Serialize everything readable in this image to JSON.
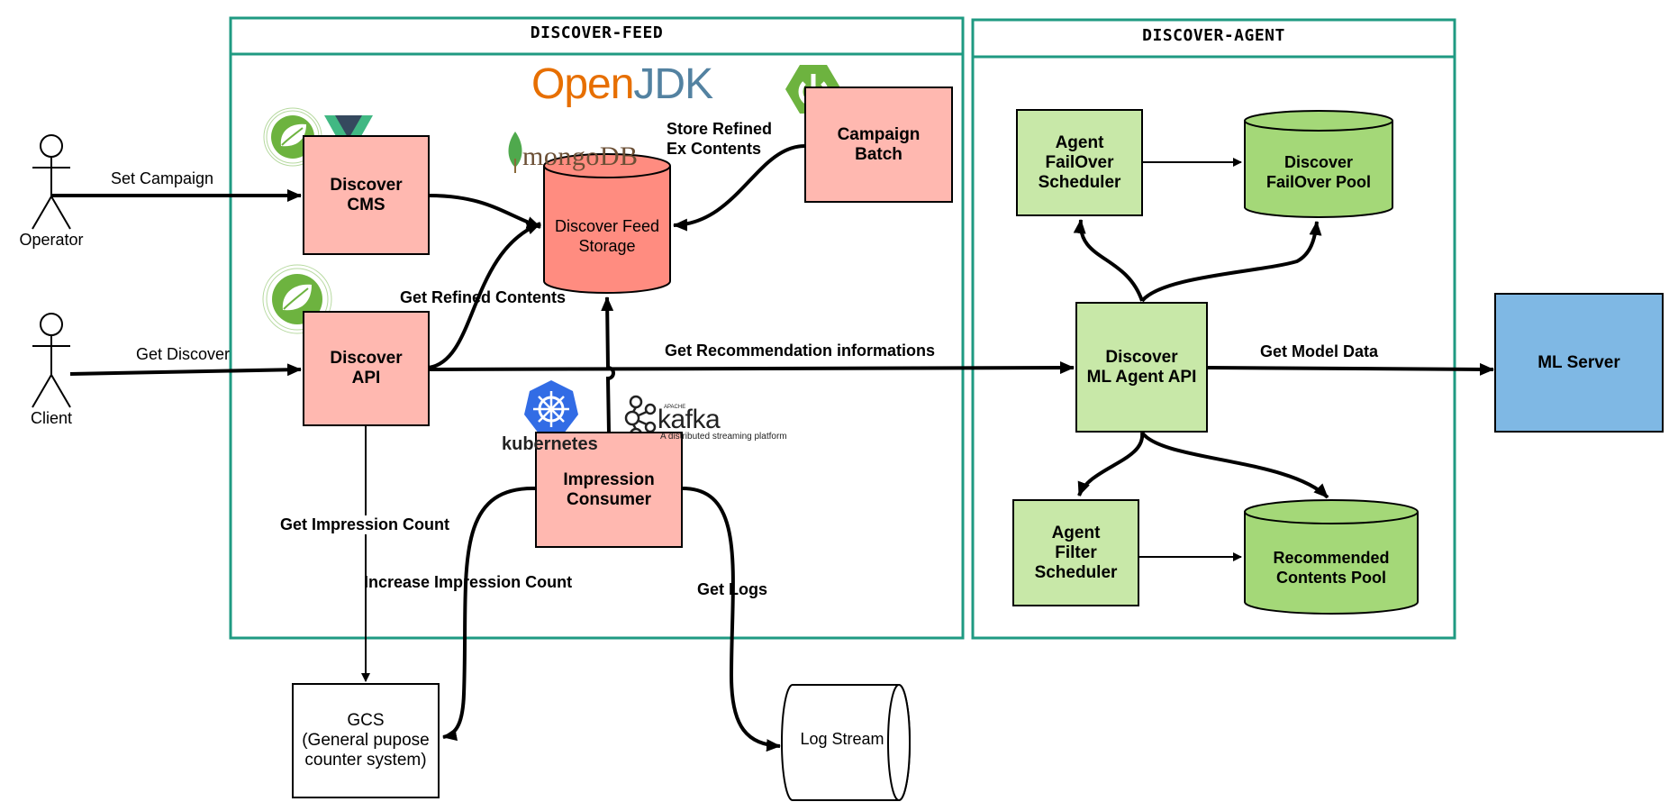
{
  "panels": {
    "feed_title": "DISCOVER-FEED",
    "agent_title": "DISCOVER-AGENT"
  },
  "actors": {
    "operator": "Operator",
    "client": "Client"
  },
  "nodes": {
    "discover_cms": "Discover\nCMS",
    "discover_api": "Discover\nAPI",
    "feed_storage": "Discover Feed\nStorage",
    "campaign_batch": "Campaign\nBatch",
    "impression_consumer": "Impression\nConsumer",
    "gcs": "GCS\n(General pupose\ncounter system)",
    "log_stream": "Log Stream",
    "agent_failover_scheduler": "Agent\nFailOver\nScheduler",
    "failover_pool": "Discover\nFailOver Pool",
    "ml_agent_api": "Discover\nML Agent API",
    "agent_filter_scheduler": "Agent\nFilter\nScheduler",
    "recommended_pool": "Recommended\nContents Pool",
    "ml_server": "ML Server"
  },
  "edges": {
    "set_campaign": "Set Campaign",
    "get_discover": "Get Discover",
    "get_refined_contents": "Get Refined Contents",
    "store_refined": "Store Refined\nEx Contents",
    "get_recommendation": "Get Recommendation informations",
    "get_model_data": "Get Model Data",
    "get_impression_count": "Get Impression Count",
    "increase_impression_count": "Increase Impression Count",
    "get_logs": "Get Logs"
  },
  "logos": {
    "openjdk_open": "Open",
    "openjdk_jdk": "JDK",
    "mongodb": "mongoDB",
    "kubernetes": "kubernetes",
    "kafka": "kafka",
    "kafka_apache": "APACHE",
    "kafka_tagline": "A distributed streaming platform"
  },
  "colors": {
    "panel_border": "#1f9a82",
    "pink_node": "#ffb8b0",
    "storage_fill": "#ff8c80",
    "green_node": "#c8e8a8",
    "green_pool": "#a4d878",
    "ml_server": "#7fb8e4",
    "spring_green": "#6db33f",
    "vue_green": "#41b883",
    "vue_dark": "#35495e",
    "k8s_blue": "#326ce5",
    "openjdk_orange": "#e76f00",
    "openjdk_blue": "#5382a1"
  }
}
